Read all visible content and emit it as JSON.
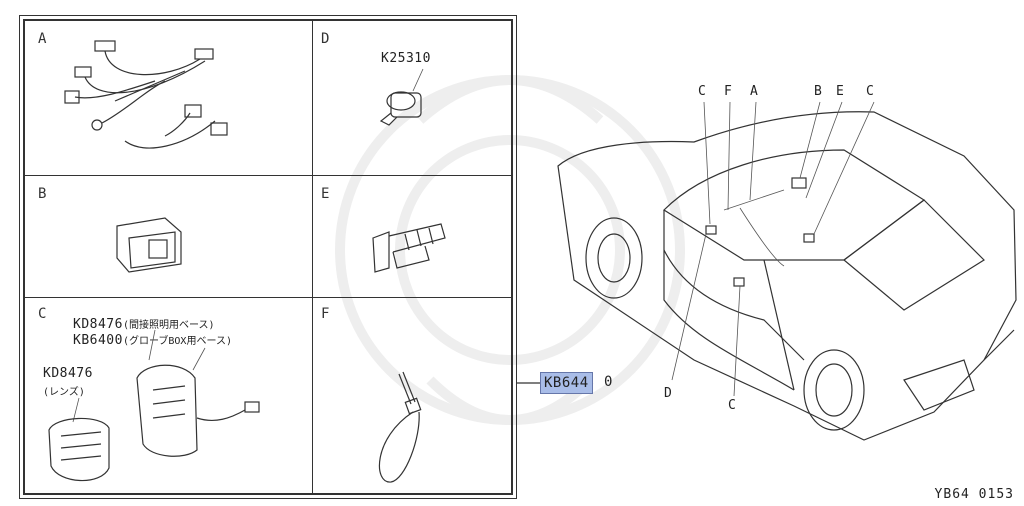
{
  "cells": {
    "A": {
      "letter": "A"
    },
    "B": {
      "letter": "B"
    },
    "C": {
      "letter": "C",
      "part1": "KD8476",
      "part1_note": "(間接照明用ベース)",
      "part2": "KB6400",
      "part2_note": "(グローブBOX用ベース)",
      "lens": "KD8476",
      "lens_note": "(レンズ)"
    },
    "D": {
      "letter": "D",
      "part": "K25310"
    },
    "E": {
      "letter": "E"
    },
    "F": {
      "letter": "F"
    }
  },
  "car_callouts": {
    "top": [
      "C",
      "F",
      "A",
      "B",
      "E",
      "C"
    ],
    "bottom": [
      "D",
      "C"
    ]
  },
  "highlight_part": {
    "selected": "KB644",
    "rest": "0"
  },
  "diagram_code": "YB64 0153"
}
